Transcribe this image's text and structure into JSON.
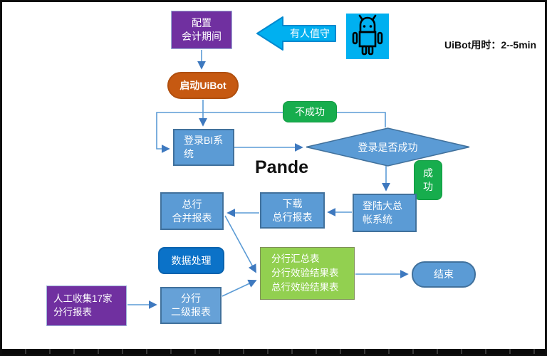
{
  "annotations": {
    "attended": "有人值守",
    "uibot_time": "UiBot用时：2--5min",
    "pande": "Pande"
  },
  "icons": {
    "android": "android-robot-icon",
    "left_block_arrow": "left-block-arrow"
  },
  "colors": {
    "box_blue": "#5B9BD5",
    "box_blue_border": "#41719C",
    "box_purple": "#7030A0",
    "box_orange": "#C65911",
    "badge_green": "#17AD4D",
    "summary_green": "#92D050",
    "process_blue": "#0B72C8",
    "cyan": "#00B0F0",
    "connector_blue": "#5B9BD5"
  },
  "nodes": {
    "config": {
      "label": "配置\n会计期间"
    },
    "start_uibot": {
      "label": "启动UiBot"
    },
    "not_success": {
      "label": "不成功"
    },
    "login_bi": {
      "label": "登录BI系\n统"
    },
    "decision": {
      "label": "登录是否成功"
    },
    "success": {
      "label": "成\n功"
    },
    "login_ledger": {
      "label": "登陆大总\n帐系统"
    },
    "download_report": {
      "label": "下载\n总行报表"
    },
    "consolidated": {
      "label": "总行\n合并报表"
    },
    "data_processing": {
      "label": "数据处理"
    },
    "summary": {
      "label": "分行汇总表\n分行效验结果表\n总行效验结果表"
    },
    "end": {
      "label": "结束"
    },
    "branch_secondary": {
      "label": "分行\n二级报表"
    },
    "manual_collect": {
      "label": "人工收集17家\n分行报表"
    }
  }
}
